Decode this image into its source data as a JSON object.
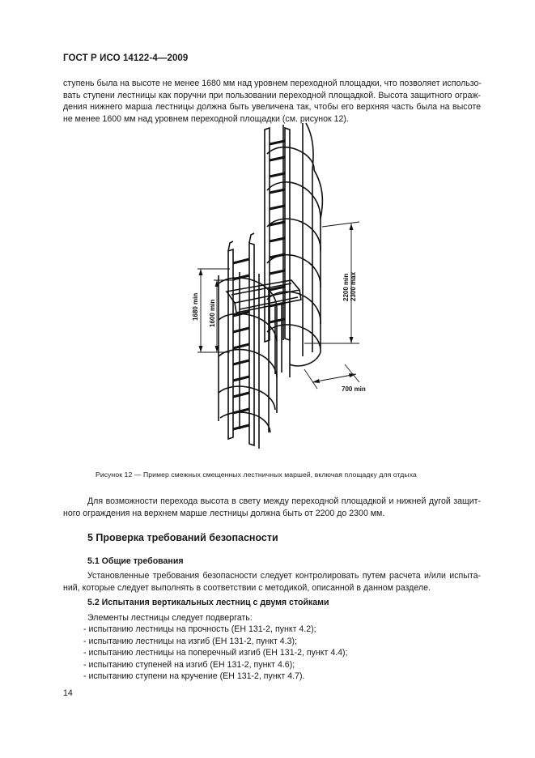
{
  "header": {
    "standard": "ГОСТ Р ИСО 14122-4—2009"
  },
  "para1": {
    "lines": [
      "ступень была на высоте не менее 1680 мм над уровнем переходной площадки, что позволяет использо-",
      "вать ступени лестницы как поручни при пользовании переходной площадкой. Высота защитного ограж-",
      "дения нижнего марша лестницы должна быть увеличена так, чтобы его верхняя часть была на высоте",
      "не менее 1600 мм над уровнем переходной площадки (см. рисунок 12)."
    ]
  },
  "figure": {
    "dim_1680": "1680 min",
    "dim_1600": "1600 min",
    "dim_2200": "2200 min",
    "dim_2300": "2300 max",
    "dim_700": "700 min",
    "caption": "Рисунок 12 — Пример смежных смещенных лестничных маршей, включая площадку для отдыха"
  },
  "para2": {
    "lines": [
      "Для возможности перехода высота в свету между переходной площадкой и нижней дугой защит-",
      "ного ограждения на верхнем марше лестницы должна быть от 2200 до 2300 мм."
    ]
  },
  "section5": {
    "title": "5 Проверка требований безопасности"
  },
  "section51": {
    "title": "5.1 Общие требования",
    "lines": [
      "Установленные требования безопасности следует контролировать путем расчета и/или испыта-",
      "ний, которые следует выполнять в соответствии с методикой, описанной в данном разделе."
    ]
  },
  "section52": {
    "title": "5.2 Испытания вертикальных лестниц с двумя стойками",
    "intro": "Элементы лестницы следует подвергать:",
    "items": [
      "- испытанию лестницы на прочность (ЕН 131-2, пункт 4.2);",
      "- испытанию лестницы на изгиб (ЕН 131-2, пункт 4.3);",
      "- испытанию лестницы на поперечный изгиб (ЕН 131-2, пункт 4.4);",
      "- испытанию ступеней на изгиб (ЕН 131-2, пункт 4.6);",
      "- испытанию ступени на кручение (ЕН 131-2, пункт 4.7)."
    ]
  },
  "footer": {
    "page_number": "14"
  }
}
